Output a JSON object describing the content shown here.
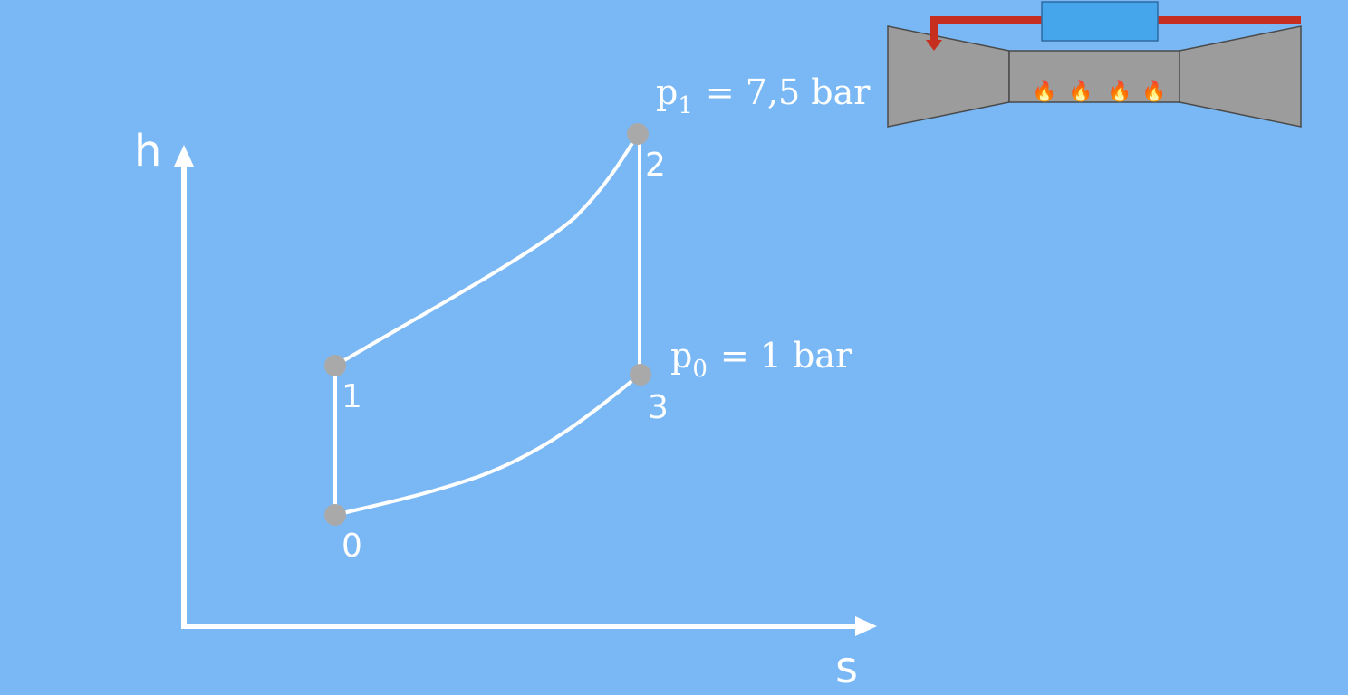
{
  "axes": {
    "y_label": "h",
    "x_label": "s"
  },
  "points": [
    {
      "id": "0",
      "label": "0"
    },
    {
      "id": "1",
      "label": "1"
    },
    {
      "id": "2",
      "label": "2"
    },
    {
      "id": "3",
      "label": "3"
    }
  ],
  "isobars": {
    "high": {
      "symbol": "p",
      "subscript": "1",
      "value": "= 7,5 bar"
    },
    "low": {
      "symbol": "p",
      "subscript": "0",
      "value": "= 1 bar"
    }
  },
  "colors": {
    "background": "#7ab8f5",
    "lines": "#ffffff",
    "state_points": "#a9a9a9",
    "engine_body": "#9c9c9c",
    "engine_outline": "#4a4a4a",
    "shaft": "#c62f1f",
    "generator": "#45a6ec",
    "flame": "#ffb21a"
  },
  "engine": {
    "flame_icons": [
      "flame-icon",
      "flame-icon",
      "flame-icon",
      "flame-icon"
    ]
  }
}
